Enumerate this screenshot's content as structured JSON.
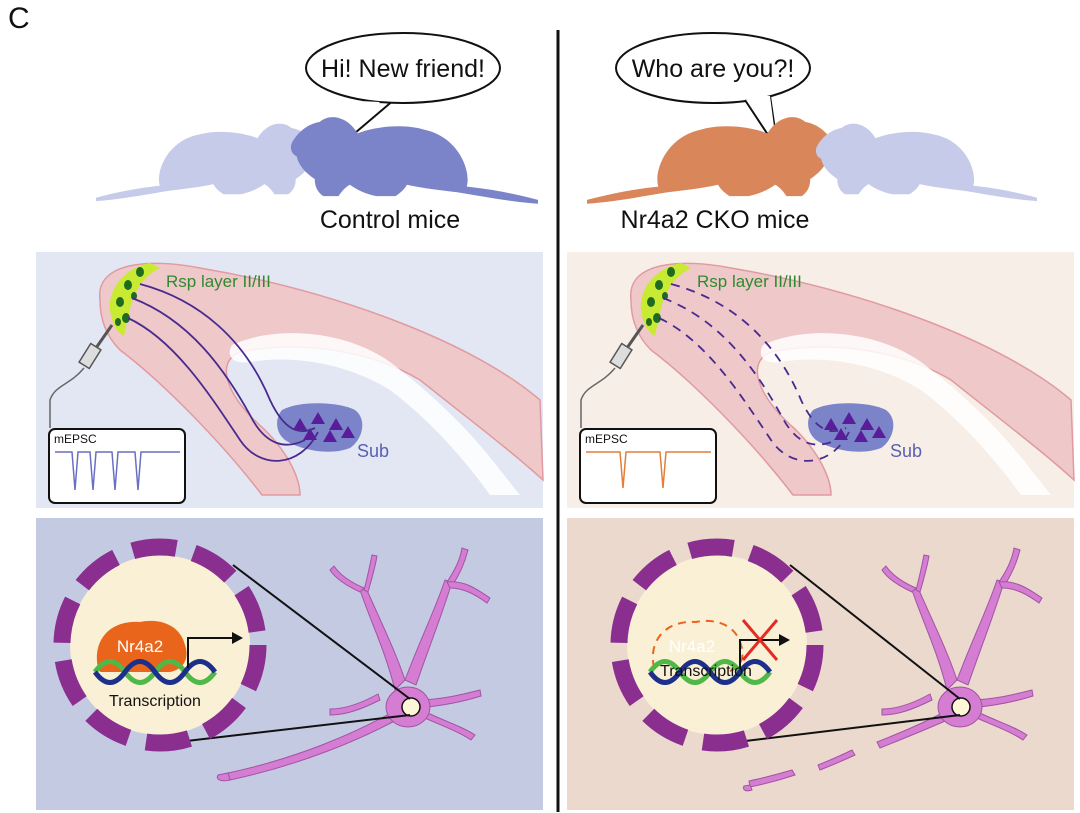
{
  "panel_letter": "C",
  "control": {
    "speech": "Hi! New friend!",
    "label": "Control mice",
    "region_label": "Rsp layer II/III",
    "target_label": "Sub",
    "trace_label": "mEPSC",
    "protein_label": "Nr4a2",
    "process_label": "Transcription"
  },
  "cko": {
    "speech": "Who are you?!",
    "label": "Nr4a2 CKO mice",
    "region_label": "Rsp layer II/III",
    "target_label": "Sub",
    "trace_label": "mEPSC",
    "protein_label": "Nr4a2",
    "process_label": "Transcription"
  },
  "colors": {
    "control_mouse": "#7b84c8",
    "cko_mouse": "#d9875a",
    "ghost_mouse": "#c6cbe9",
    "control_slice_bg": "#e3e7f4",
    "cko_slice_bg": "#f7efe7",
    "control_cell_bg": "#c5cae3",
    "cko_cell_bg": "#ead9cc",
    "brain_tissue": "#efc8c9",
    "membrane": "#8a2f8f",
    "neuron": "#d47dd2",
    "nr4a2": "#e9651c",
    "neuron_cluster": "#c8ea33",
    "axon_control": "#4a2a8f",
    "trace_control": "#6b6fc0",
    "trace_cko": "#df7f3b",
    "x_mark": "#e52a22",
    "dna_green": "#4fb847",
    "dna_blue": "#1c2f8a"
  }
}
